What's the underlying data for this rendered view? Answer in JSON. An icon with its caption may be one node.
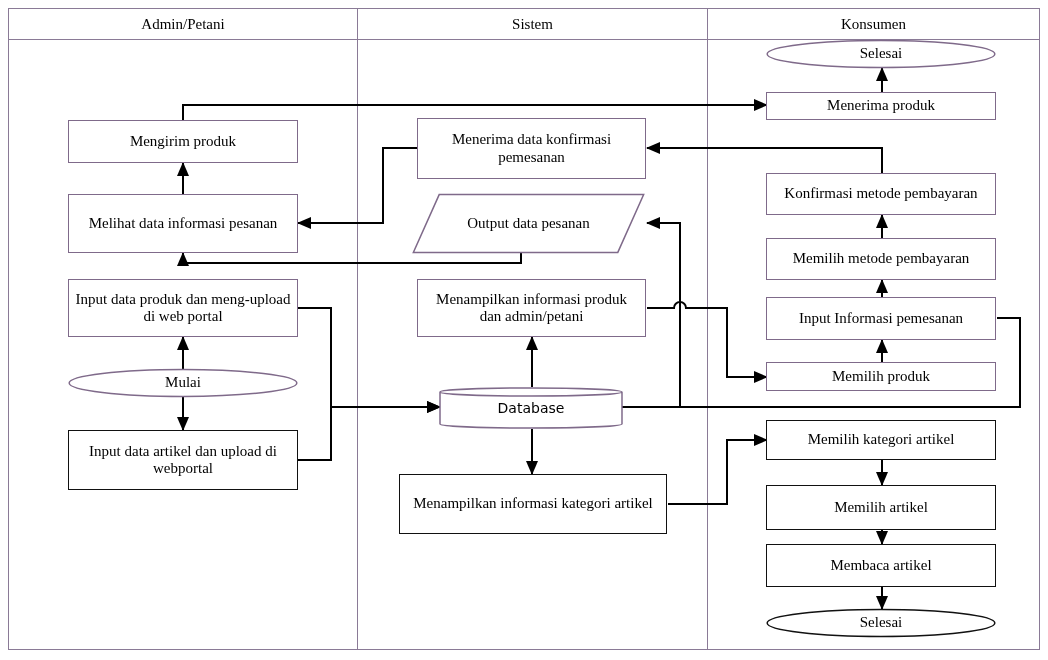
{
  "diagram": {
    "nodes": [
      {
        "text": [
          "Admin/Petani"
        ]
      },
      {
        "text": [
          "Sistem"
        ]
      },
      {
        "text": [
          "Konsumen"
        ]
      },
      {
        "text": [
          "Mengirim produk"
        ],
        "in": 0
      },
      {
        "text": [
          "Melihat data informasi pesanan"
        ],
        "in": 0
      },
      {
        "text": [
          "Input data produk dan meng-upload di web portal"
        ],
        "in": 0
      },
      {
        "text": [
          "Mulai"
        ],
        "in": 0
      },
      {
        "text": [
          "Input data artikel dan upload di webportal"
        ],
        "in": 0
      },
      {
        "text": [
          "Menerima data konfirmasi pemesanan"
        ],
        "in": 1
      },
      {
        "text": [
          "Output data pesanan"
        ],
        "in": 1
      },
      {
        "text": [
          "Menampilkan informasi produk dan admin/petani"
        ],
        "in": 1
      },
      {
        "text": [
          "Database"
        ],
        "in": 1
      },
      {
        "text": [
          "Menampilkan informasi kategori artikel"
        ],
        "in": 1
      },
      {
        "text": [
          "Selesai"
        ],
        "in": 2
      },
      {
        "text": [
          "Menerima produk"
        ],
        "in": 2
      },
      {
        "text": [
          "Konfirmasi metode pembayaran"
        ],
        "in": 2
      },
      {
        "text": [
          "Memilih metode pembayaran"
        ],
        "in": 2
      },
      {
        "text": [
          "Input Informasi pemesanan"
        ],
        "in": 2
      },
      {
        "text": [
          "Memilih produk"
        ],
        "in": 2
      },
      {
        "text": [
          "Memilih kategori artikel"
        ],
        "in": 2
      },
      {
        "text": [
          "Memilih artikel"
        ],
        "in": 2
      },
      {
        "text": [
          "Membaca artikel"
        ],
        "in": 2
      },
      {
        "text": [
          "Selesai"
        ],
        "in": 2
      }
    ],
    "edges": [
      {
        "from": 6,
        "to": 5,
        "arrow": "to"
      },
      {
        "from": 6,
        "to": 7,
        "arrow": "to"
      },
      {
        "from": 5,
        "to": 11,
        "arrow": "to"
      },
      {
        "from": 7,
        "to": 11,
        "arrow": "to"
      },
      {
        "from": 11,
        "to": 10,
        "arrow": "to"
      },
      {
        "from": 11,
        "to": 12,
        "arrow": "to"
      },
      {
        "from": 10,
        "to": 18,
        "arrow": "to"
      },
      {
        "from": 18,
        "to": 17,
        "arrow": "to"
      },
      {
        "from": 17,
        "to": 16,
        "arrow": "to"
      },
      {
        "from": 16,
        "to": 15,
        "arrow": "to"
      },
      {
        "from": 15,
        "to": 8,
        "arrow": "to"
      },
      {
        "from": 8,
        "to": 4,
        "arrow": "to"
      },
      {
        "from": 9,
        "to": 4,
        "arrow": "to"
      },
      {
        "from": 4,
        "to": 3,
        "arrow": "to"
      },
      {
        "from": 3,
        "to": 14,
        "arrow": "to"
      },
      {
        "from": 14,
        "to": 13,
        "arrow": "to"
      },
      {
        "from": 17,
        "to": 11,
        "arrow": "to"
      },
      {
        "from": 17,
        "to": 9,
        "arrow": "to"
      },
      {
        "from": 12,
        "to": 19,
        "arrow": "to"
      },
      {
        "from": 19,
        "to": 20,
        "arrow": "to"
      },
      {
        "from": 20,
        "to": 21,
        "arrow": "to"
      },
      {
        "from": 21,
        "to": 22,
        "arrow": "to"
      }
    ]
  }
}
